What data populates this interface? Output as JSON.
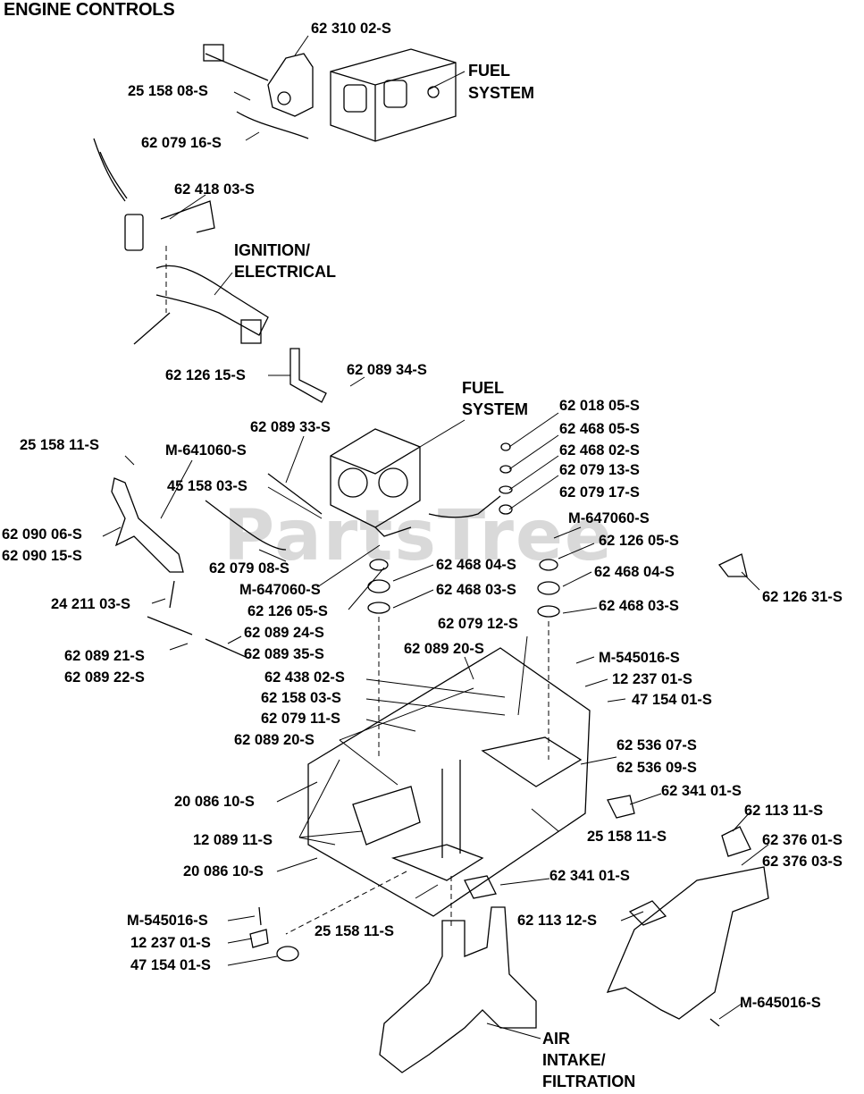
{
  "title": "ENGINE CONTROLS",
  "watermark": "PartsTree",
  "sections": {
    "fuel_system_top_1": "FUEL",
    "fuel_system_top_2": "SYSTEM",
    "ignition_1": "IGNITION/",
    "ignition_2": "ELECTRICAL",
    "fuel_system_mid_1": "FUEL",
    "fuel_system_mid_2": "SYSTEM",
    "air_1": "AIR",
    "air_2": "INTAKE/",
    "air_3": "FILTRATION"
  },
  "labels": [
    "62 310 02-S",
    "25 158 08-S",
    "62 079 16-S",
    "62 418 03-S",
    "62 126 15-S",
    "62 089 34-S",
    "62 089 33-S",
    "25 158 11-S",
    "M-641060-S",
    "45 158 03-S",
    "62 090 06-S",
    "62 090 15-S",
    "62 079 08-S",
    "M-647060-S",
    "62 126 05-S",
    "24 211 03-S",
    "62 089 21-S",
    "62 089 22-S",
    "62 089 24-S",
    "62 089 35-S",
    "62 018 05-S",
    "62 468 05-S",
    "62 468 02-S",
    "62 079 13-S",
    "62 079 17-S",
    "M-647060-S",
    "62 126 05-S",
    "62 468 04-S",
    "62 468 04-S",
    "62 468 03-S",
    "62 468 03-S",
    "62 126 31-S",
    "62 079 12-S",
    "62 089 20-S",
    "M-545016-S",
    "12 237 01-S",
    "47 154 01-S",
    "62 438 02-S",
    "62 158 03-S",
    "62 079 11-S",
    "62 089 20-S",
    "62 536 07-S",
    "62 536 09-S",
    "20 086 10-S",
    "62 341 01-S",
    "62 113 11-S",
    "12 089 11-S",
    "25 158 11-S",
    "62 376 01-S",
    "62 376 03-S",
    "20 086 10-S",
    "62 341 01-S",
    "M-545016-S",
    "62 113 12-S",
    "12 237 01-S",
    "25 158 11-S",
    "47 154 01-S",
    "M-645016-S"
  ]
}
